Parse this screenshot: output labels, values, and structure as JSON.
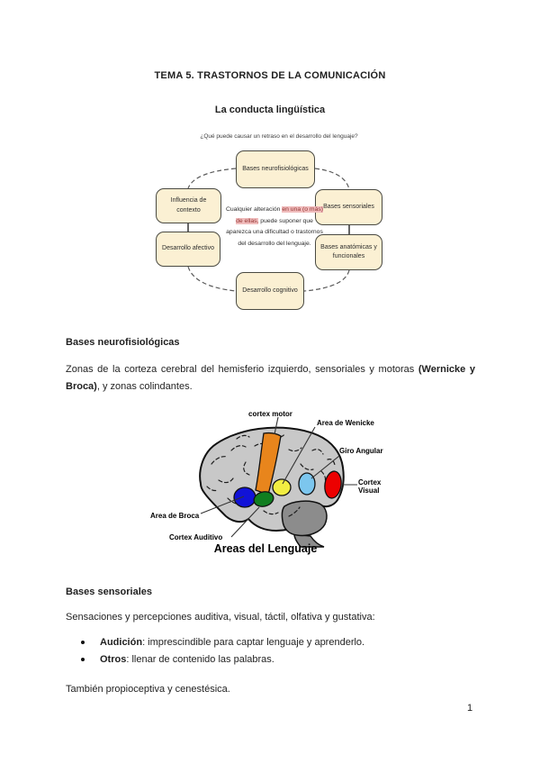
{
  "document": {
    "title": "TEMA 5. TRASTORNOS DE LA COMUNICACIÓN",
    "subtitle": "La conducta lingüística",
    "page_number": "1"
  },
  "colors": {
    "box-fill": "#FBF0D3",
    "box-border": "#4a4a42",
    "note-highlight-bg": "#F0BCBC",
    "note-highlight-text": "#953735",
    "brain-gray": "#C8C8C8",
    "cerebellum-gray": "#8C8C8C",
    "area-motor": "#E8851C",
    "area-broca": "#1112D8",
    "area-auditory": "#107E20",
    "area-wernicke": "#F1ED42",
    "area-angular": "#7CC6EE",
    "area-visual": "#EC0000"
  },
  "cycle_diagram": {
    "question": "¿Qué puede causar un retraso en el desarrollo del lenguaje?",
    "boxes": {
      "top": "Bases neurofisiológicas",
      "upper_left": "Influencia de contexto",
      "upper_right": "Bases sensoriales",
      "lower_left": "Desarrollo afectivo",
      "lower_right": "Bases anatómicas y funcionales",
      "bottom": "Desarrollo cognitivo"
    },
    "center_note": {
      "pre": "Cualquier alteración ",
      "highlighted": "en una (o más) de ellas,",
      "post": " puede suponer que aparezca una dificultad o trastornos del desarrollo del lenguaje."
    }
  },
  "neuro_section": {
    "heading": "Bases neurofisiológicas",
    "paragraph": {
      "pre": "Zonas de la corteza cerebral del hemisferio izquierdo, sensoriales y motoras ",
      "bold": "(Wernicke y Broca)",
      "post": ", y zonas colindantes."
    }
  },
  "brain_figure": {
    "caption": "Areas del Lenguaje",
    "labels": {
      "motor": "cortex motor",
      "wernicke": "Area de Wenicke",
      "angular": "Giro Angular",
      "visual": "Cortex Visual",
      "broca": "Area de Broca",
      "auditory": "Cortex Auditivo"
    }
  },
  "sensory_section": {
    "heading": "Bases sensoriales",
    "intro": "Sensaciones y percepciones auditiva, visual, táctil, olfativa y gustativa:",
    "bullets": [
      {
        "term": "Audición",
        "rest": ": imprescindible para captar lenguaje y aprenderlo."
      },
      {
        "term": "Otros",
        "rest": ": llenar de contenido las palabras."
      }
    ],
    "outro": "También propioceptiva y cenestésica."
  }
}
